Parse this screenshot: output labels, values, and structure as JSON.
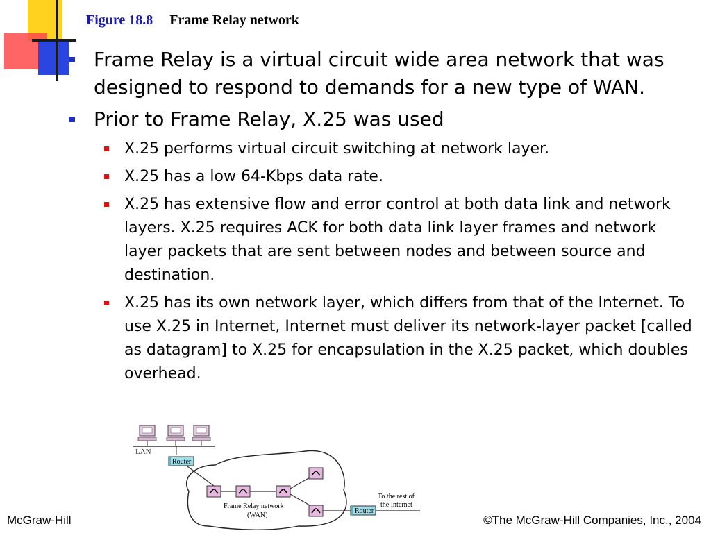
{
  "title": {
    "figure": "Figure 18.8",
    "text": "Frame Relay network"
  },
  "bullets": [
    {
      "level": 1,
      "text": "Frame Relay is a virtual circuit wide area network that was designed to respond to demands for a new type of WAN."
    },
    {
      "level": 1,
      "text": "Prior to Frame Relay, X.25 was used"
    },
    {
      "level": 2,
      "text": "X.25 performs virtual circuit switching at network layer."
    },
    {
      "level": 2,
      "text": "X.25 has a low 64-Kbps data rate."
    },
    {
      "level": 2,
      "text": "X.25 has extensive flow and error control at both data link and network layers. X.25 requires ACK for both data link layer frames and network layer packets that are sent between nodes and between source and destination."
    },
    {
      "level": 2,
      "text": "X.25 has its own network layer, which differs from that of the Internet. To use X.25 in Internet, Internet must deliver its network-layer packet [called as datagram] to X.25 for encapsulation in the X.25 packet, which doubles overhead."
    }
  ],
  "diagram": {
    "lan_label": "LAN",
    "router_label_1": "Router",
    "router_label_2": "Router",
    "network_label_1": "Frame Relay network",
    "network_label_2": "(WAN)",
    "rest_label_1": "To the rest of",
    "rest_label_2": "the Internet"
  },
  "footer": {
    "left": "McGraw-Hill",
    "right": "©The McGraw-Hill Companies, Inc., 2004"
  },
  "colors": {
    "title_number": "#1a1ab5",
    "bullet_l1": "#1f2fc8",
    "bullet_l2": "#e01010",
    "router_fill": "#9fdde8",
    "switch_fill": "#e6b8e0"
  }
}
